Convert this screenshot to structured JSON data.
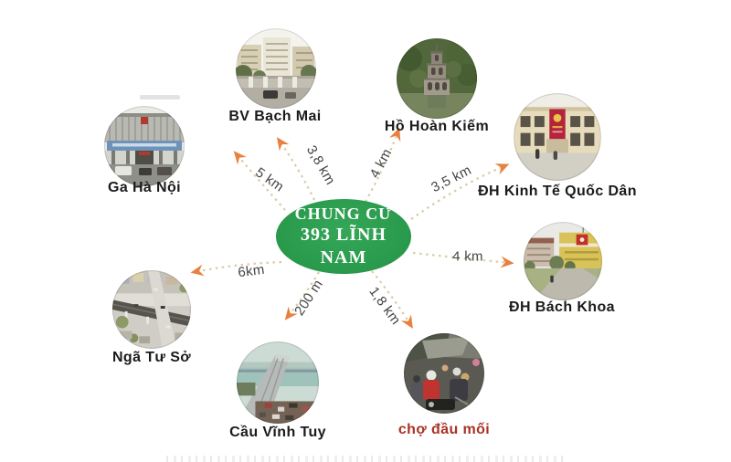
{
  "center": {
    "line1": "CHUNG CƯ",
    "line2": "393 LĨNH NAM"
  },
  "nodes": [
    {
      "id": "ga-ha-noi",
      "label": "Ga Hà Nội",
      "distance": "5 km"
    },
    {
      "id": "bv-bach-mai",
      "label": "BV Bạch Mai",
      "distance": "3,8 km"
    },
    {
      "id": "ho-hoan-kiem",
      "label": "Hồ Hoàn Kiếm",
      "distance": "4 km"
    },
    {
      "id": "dh-kinh-te-quoc-dan",
      "label": "ĐH Kinh Tế Quốc Dân",
      "distance": "3,5 km"
    },
    {
      "id": "dh-bach-khoa",
      "label": "ĐH Bách Khoa",
      "distance": "4 km"
    },
    {
      "id": "nga-tu-so",
      "label": "Ngã Tư Sở",
      "distance": "6km"
    },
    {
      "id": "cau-vinh-tuy",
      "label": "Cầu Vĩnh Tuy",
      "distance": "200 m"
    },
    {
      "id": "cho-dau-moi",
      "label": "chợ đầu mối",
      "distance": "1,8 km"
    }
  ],
  "colors": {
    "ellipse_green": "#2a9a4d",
    "dash_tan": "#d9cca4",
    "arrow_orange": "#e8813f",
    "label_black": "#1b1b1b",
    "market_label_red": "#a93226",
    "distance_gray": "#454545"
  }
}
